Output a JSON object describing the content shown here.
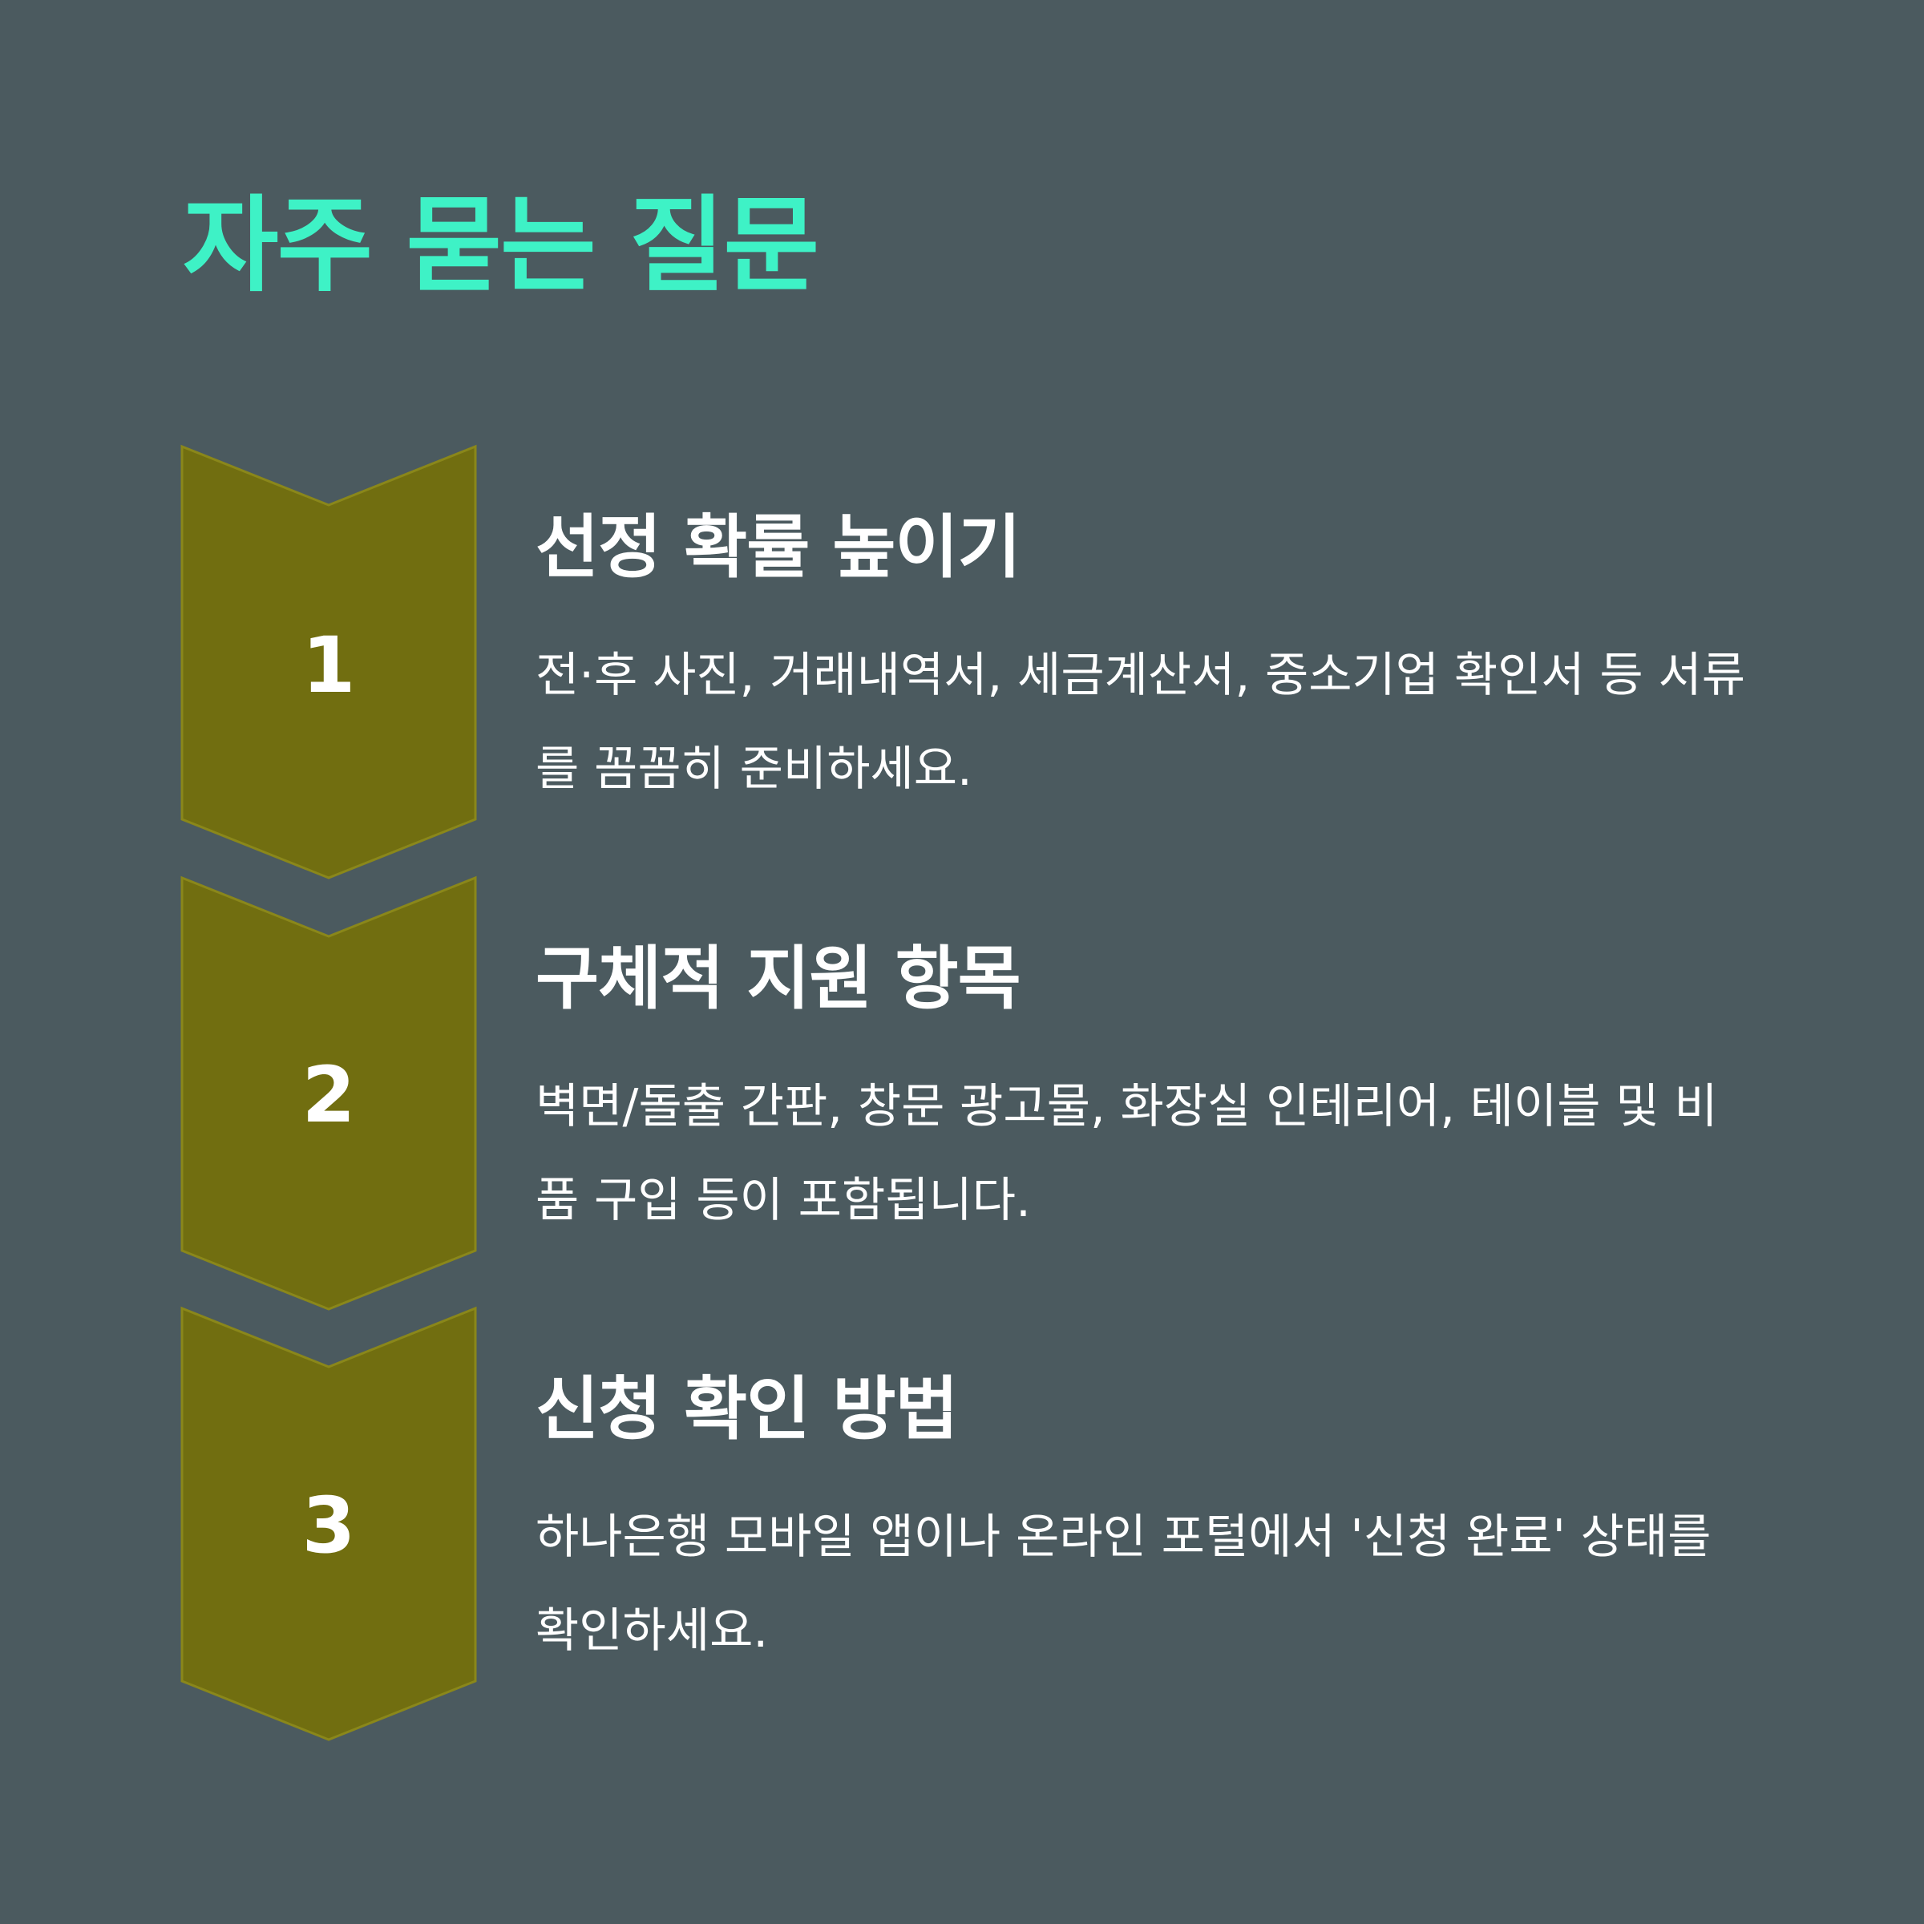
{
  "title": "자주 묻는 질문",
  "colors": {
    "background": "#4b5a5f",
    "accent": "#3ef2c6",
    "chevron_fill": "#716e10",
    "chevron_stroke": "#8a871a",
    "text": "#ffffff"
  },
  "steps": [
    {
      "number": "1",
      "heading": "선정 확률 높이기",
      "body": "전·후 사진, 거래내역서, 세금계산서, 중소기업 확인서 등 서류를 꼼꼼히 준비하세요."
    },
    {
      "number": "2",
      "heading": "구체적 지원 항목",
      "body": "벽면/돌출 간판, 창문 광고물, 화장실 인테리어, 테이블 및 비품 구입 등이 포함됩니다."
    },
    {
      "number": "3",
      "heading": "신청 확인 방법",
      "body": "하나은행 모바일 앱이나 온라인 포털에서 '신청 완료' 상태를 확인하세요."
    }
  ]
}
